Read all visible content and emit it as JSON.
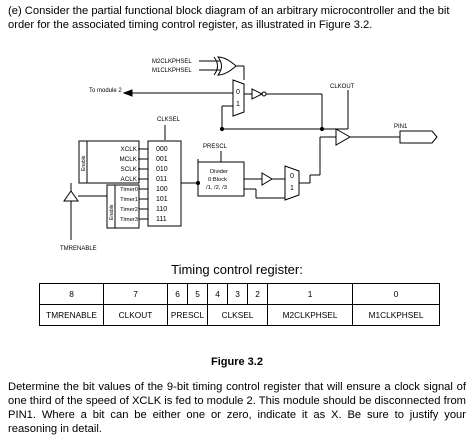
{
  "question": {
    "text": "(e) Consider the partial functional block diagram of an arbitrary microcontroller and the bit order for the associated timing control register, as illustrated in Figure 3.2."
  },
  "diagram": {
    "signals": {
      "m2clkphsel": "M2CLKPHSEL",
      "m1clkphsel": "M1CLKPHSEL",
      "to_module_2": "To module 2",
      "clkout": "CLKOUT",
      "pin1": "PIN1",
      "clksel": "CLKSEL",
      "prescl": "PRESCL",
      "tmrenable": "TMRENABLE",
      "enable_top": "Enable",
      "enable_bottom": "Enable"
    },
    "mux_top": [
      "0",
      "1"
    ],
    "mux_bottom": [
      "0",
      "1"
    ],
    "divider": [
      "Divider",
      "0:Block",
      "/1, /2, /3"
    ],
    "clock_sources": [
      "XCLK",
      "MCLK",
      "SCLK",
      "ACLK"
    ],
    "timer_sources": [
      "Timer0",
      "Timer1",
      "Timer2",
      "Timer3"
    ],
    "clksel_codes": [
      "000",
      "001",
      "010",
      "011",
      "100",
      "101",
      "110",
      "111"
    ]
  },
  "register": {
    "title": "Timing control register:",
    "bits": [
      "8",
      "7",
      "6",
      "5",
      "4",
      "3",
      "2",
      "1",
      "0"
    ],
    "fields": [
      "TMRENABLE",
      "CLKOUT",
      "PRESCL",
      "CLKSEL",
      "M2CLKPHSEL",
      "M1CLKPHSEL"
    ]
  },
  "figure_caption": "Figure 3.2",
  "instructions": {
    "text": "Determine the bit values of the 9-bit timing control register that will ensure a clock signal of one third of the speed of XCLK is fed to module 2. This module should be disconnected from PIN1. Where a bit can be either one or zero, indicate it as X. Be sure to justify your reasoning in detail."
  }
}
